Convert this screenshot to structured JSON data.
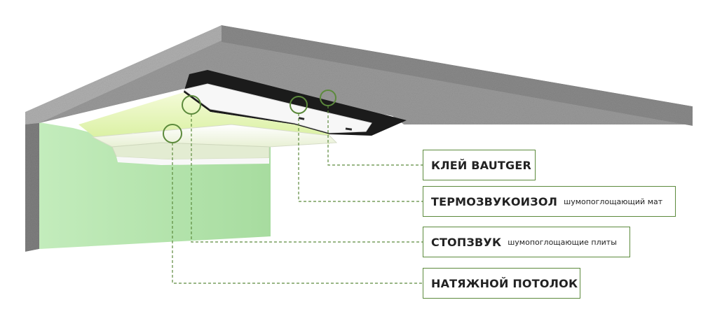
{
  "labels": [
    {
      "name": "КЛЕЙ BAUTGER",
      "note": ""
    },
    {
      "name": "ТЕРМОЗВУКОИЗОЛ",
      "note": "шумопоглощающий мат"
    },
    {
      "name": "СТОПЗВУК",
      "note": "шумопоглощающие плиты"
    },
    {
      "name": "НАТЯЖНОЙ ПОТОЛОК",
      "note": ""
    }
  ],
  "colors": {
    "concrete": "#8f8f8f",
    "membrane": "#1b1b1b",
    "panel": "#f2f6e8",
    "wall": "#b9e6b1",
    "accent": "#5c8a3c"
  }
}
